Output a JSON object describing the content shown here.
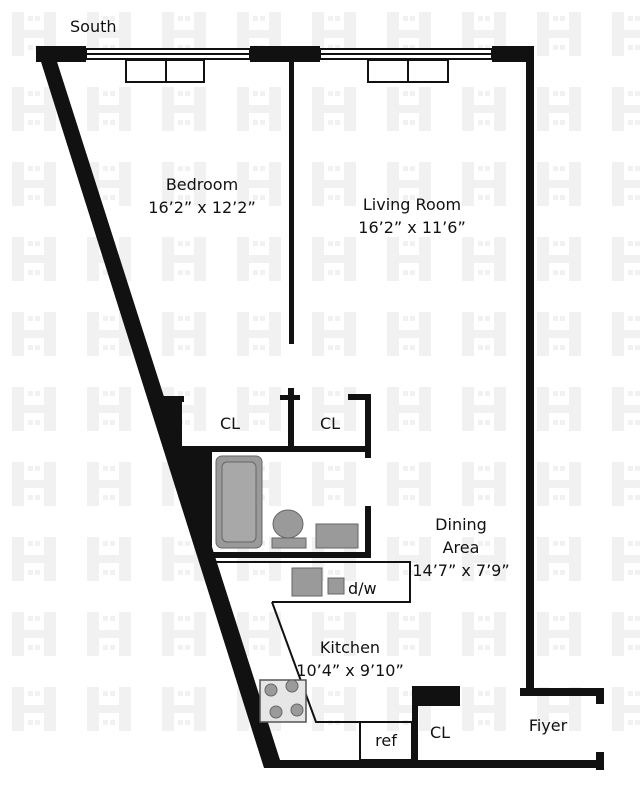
{
  "labels": {
    "orientation": "South",
    "bedroom": {
      "name": "Bedroom",
      "size": "16’2” x 12’2”"
    },
    "living_room": {
      "name": "Living Room",
      "size": "16’2” x 11’6”"
    },
    "closet_1": "CL",
    "closet_2": "CL",
    "dining_area": {
      "line1": "Dining",
      "line2": "Area",
      "size": "14’7” x 7’9”"
    },
    "dishwasher": "d/w",
    "kitchen": {
      "name": "Kitchen",
      "size": "10’4” x 9’10”"
    },
    "refrigerator": "ref",
    "closet_3": "CL",
    "foyer": "Fiyer"
  },
  "colors": {
    "wall": "#111111",
    "fixture": "#9a9a9a",
    "watermark": "#f1f1f1"
  },
  "watermark_icon": "h-logo-icon"
}
